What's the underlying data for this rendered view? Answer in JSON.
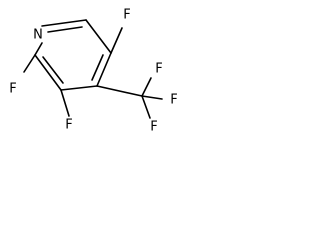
{
  "structure": {
    "atoms": [
      {
        "id": "n1",
        "symbol": "N"
      },
      {
        "id": "f-c5",
        "symbol": "F"
      },
      {
        "id": "f-c2",
        "symbol": "F"
      },
      {
        "id": "f-c3",
        "symbol": "F"
      },
      {
        "id": "f-cf3-top",
        "symbol": "F"
      },
      {
        "id": "f-cf3-right",
        "symbol": "F"
      },
      {
        "id": "f-cf3-bottom",
        "symbol": "F"
      }
    ]
  },
  "colors": {
    "bond": "#000000",
    "text": "#000000",
    "background": "#ffffff"
  }
}
